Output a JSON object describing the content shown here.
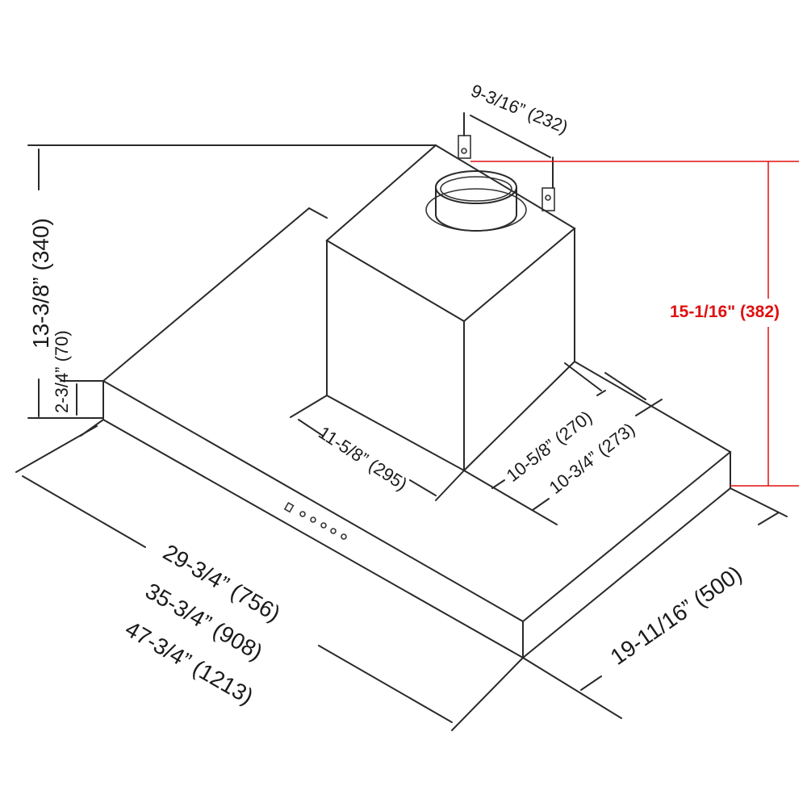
{
  "colors": {
    "line": "#2a2a2a",
    "highlight": "#e01010"
  },
  "dimensions": {
    "total_height": "13-3/8” (340)",
    "canopy_height": "2-3/4” (70)",
    "duct_spacing": "9-3/16” (232)",
    "chimney_height_highlight": "15-1/16\" (382)",
    "chimney_width": "11-5/8” (295)",
    "chimney_depth": "10-5/8” (270)",
    "chimney_offset": "10-3/4” (273)",
    "width_30": "29-3/4” (756)",
    "width_36": "35-3/4” (908)",
    "width_48": "47-3/4” (1213)",
    "depth": "19-11/16” (500)"
  }
}
